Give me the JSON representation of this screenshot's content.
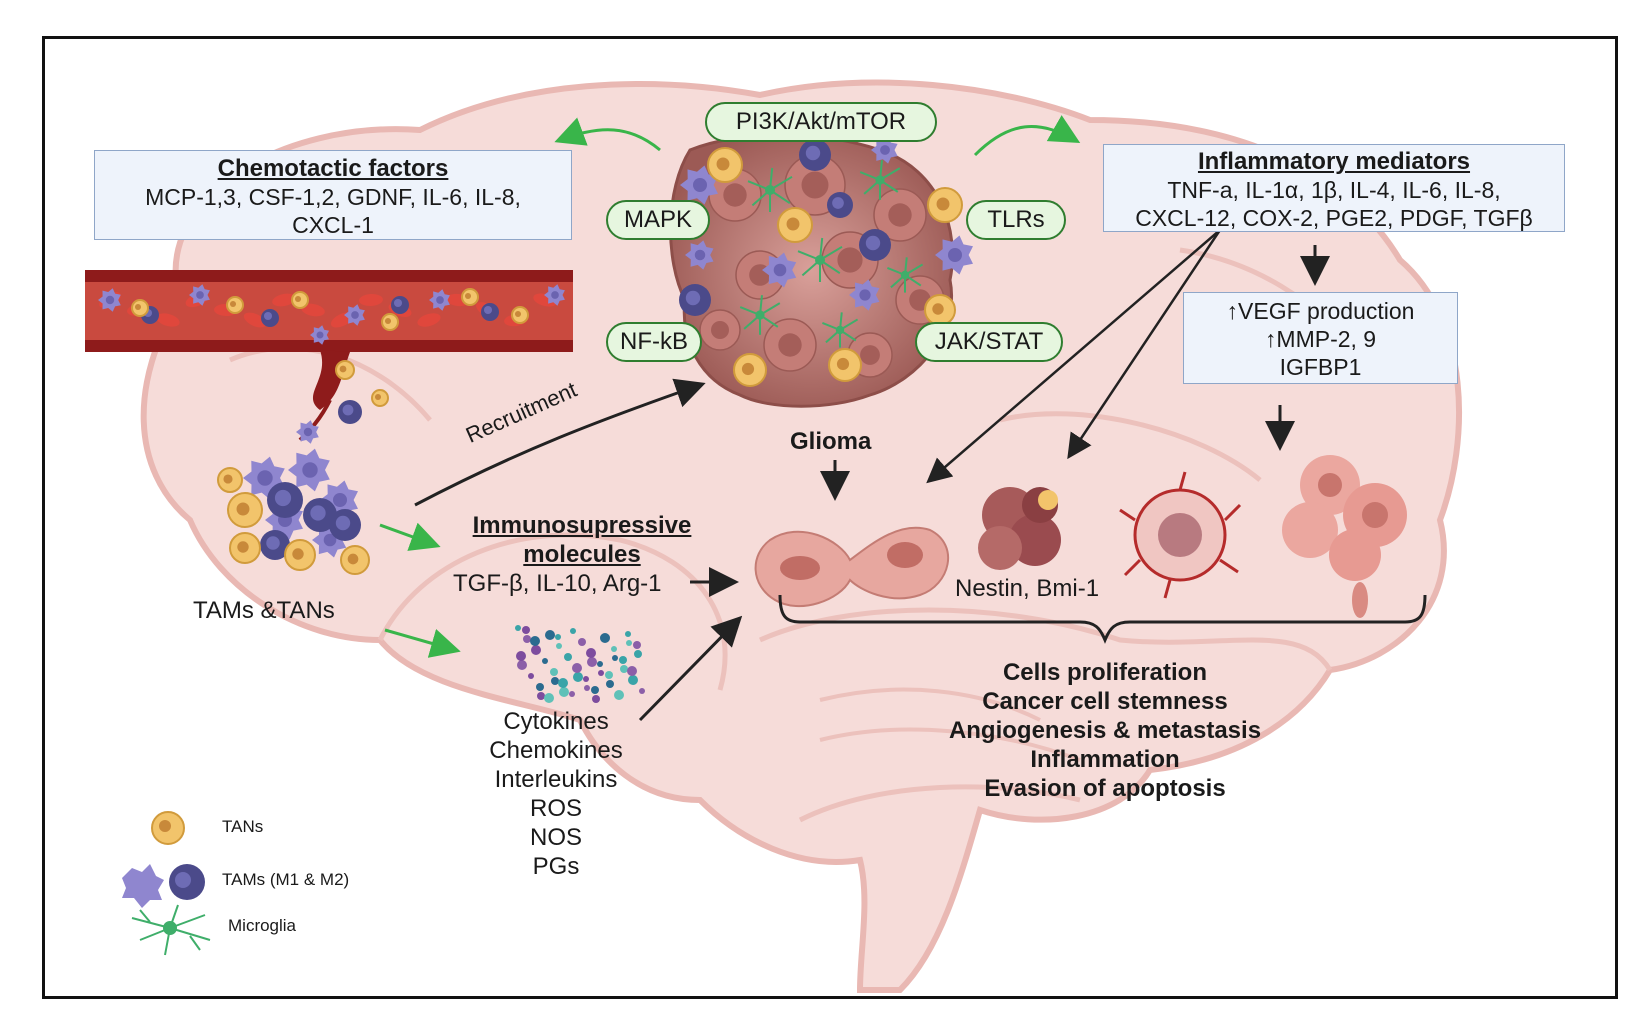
{
  "chemotactic": {
    "title": "Chemotactic factors",
    "line1": "MCP-1,3, CSF-1,2, GDNF, IL-6, IL-8,",
    "line2": "CXCL-1"
  },
  "inflammatory": {
    "title": "Inflammatory mediators",
    "line1": "TNF-a, IL-1α, 1β, IL-4, IL-6, IL-8,",
    "line2": "CXCL-12, COX-2, PGE2, PDGF, TGFβ"
  },
  "vegf_box": {
    "line1": "↑VEGF production",
    "line2": "↑MMP-2, 9",
    "line3": "IGFBP1"
  },
  "pathways": {
    "pi3k": "PI3K/Akt/mTOR",
    "mapk": "MAPK",
    "tlrs": "TLRs",
    "nfkb": "NF-kB",
    "jakstat": "JAK/STAT"
  },
  "labels": {
    "recruitment": "Recruitment",
    "glioma": "Glioma",
    "tams_tans": "TAMs &TANs",
    "nestin": "Nestin, Bmi-1"
  },
  "immuno": {
    "title_line1": "Immunosupressive",
    "title_line2": "molecules",
    "body": "TGF-β, IL-10, Arg-1"
  },
  "secreted": {
    "items": [
      "Cytokines",
      "Chemokines",
      "Interleukins",
      "ROS",
      "NOS",
      "PGs"
    ]
  },
  "outcomes": {
    "items": [
      "Cells proliferation",
      "Cancer cell stemness",
      "Angiogenesis & metastasis",
      "Inflammation",
      "Evasion of apoptosis"
    ]
  },
  "legend": {
    "tans": "TANs",
    "tams": "TAMs (M1 & M2)",
    "microglia": "Microglia"
  },
  "colors": {
    "brain_fill": "#f6dcd9",
    "brain_stroke": "#e9b8b3",
    "vessel_wall": "#8e1b1b",
    "tumor": "#c98a84",
    "tan_yellow": "#f2c46b",
    "tam_purple": "#8f86cf",
    "tam_dark": "#4b4a8a",
    "microglia_green": "#3fae6a",
    "pathway_green": "#2f7d2f",
    "arrow_green": "#39b54a"
  }
}
